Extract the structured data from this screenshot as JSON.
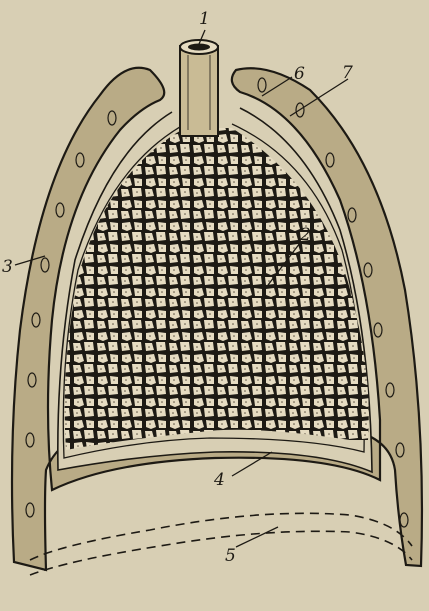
{
  "labels": [
    {
      "id": "1",
      "text": "1"
    },
    {
      "id": "2",
      "text": "2"
    },
    {
      "id": "3",
      "text": "3"
    },
    {
      "id": "4",
      "text": "4"
    },
    {
      "id": "5",
      "text": "5"
    },
    {
      "id": "6",
      "text": "6"
    },
    {
      "id": "7",
      "text": "7"
    }
  ],
  "colors": {
    "paper": "#d8cfb4",
    "ink": "#1d1a14",
    "chest_wall": "#b9ab86",
    "lung_cells": "#e6dcc2"
  }
}
